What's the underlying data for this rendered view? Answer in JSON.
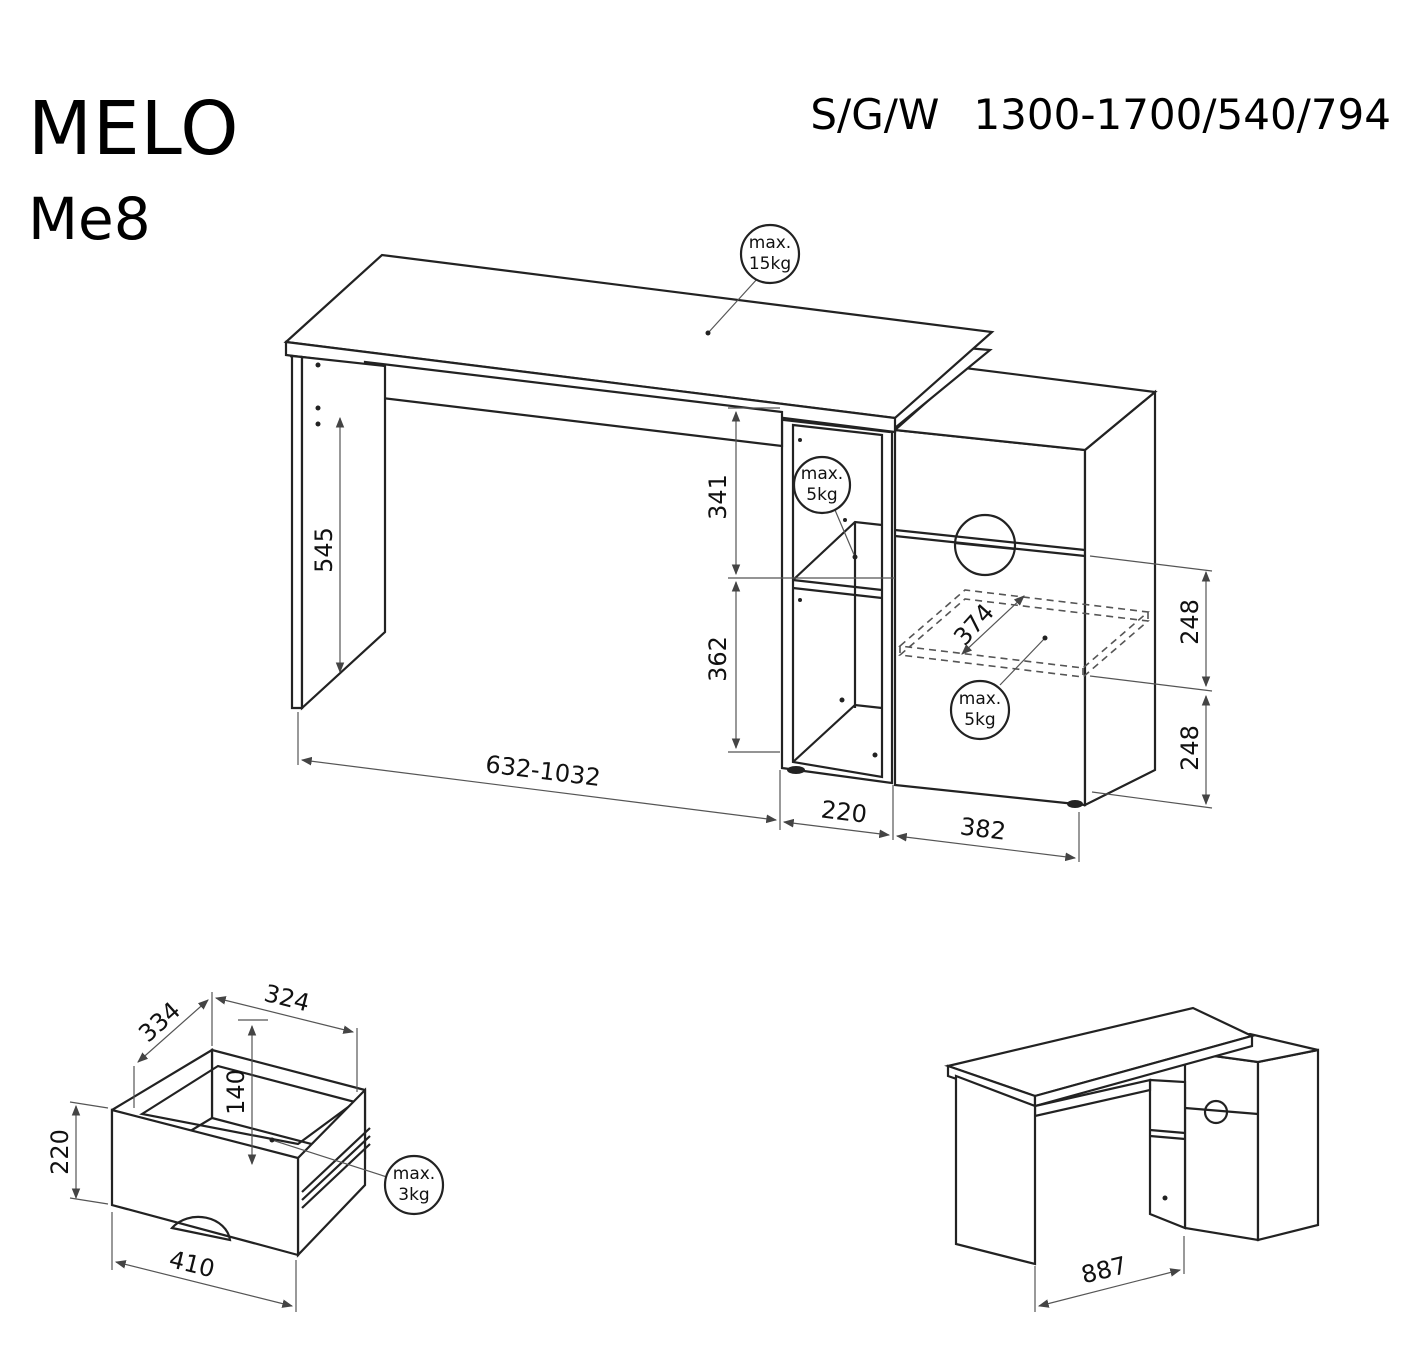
{
  "header": {
    "product_name": "MELO",
    "model_code": "Me8",
    "dimensions_label": "S/G/W",
    "dimensions_value": "1300-1700/540/794"
  },
  "main_view": {
    "dims": {
      "leg_height": "545",
      "upper_shelf": "341",
      "lower_shelf": "362",
      "desk_width": "632-1032",
      "shelf_width": "220",
      "cabinet_width": "382",
      "drawer_depth": "374",
      "cabinet_upper": "248",
      "cabinet_lower": "248"
    },
    "loads": {
      "top": {
        "line1": "max.",
        "line2": "15kg"
      },
      "shelf": {
        "line1": "max.",
        "line2": "5kg"
      },
      "cabinet": {
        "line1": "max.",
        "line2": "5kg"
      }
    }
  },
  "drawer_view": {
    "dims": {
      "depth": "334",
      "inner_width": "324",
      "inner_height": "140",
      "front_height": "220",
      "front_width": "410"
    },
    "load": {
      "line1": "max.",
      "line2": "3kg"
    }
  },
  "corner_view": {
    "dims": {
      "depth": "887"
    }
  }
}
